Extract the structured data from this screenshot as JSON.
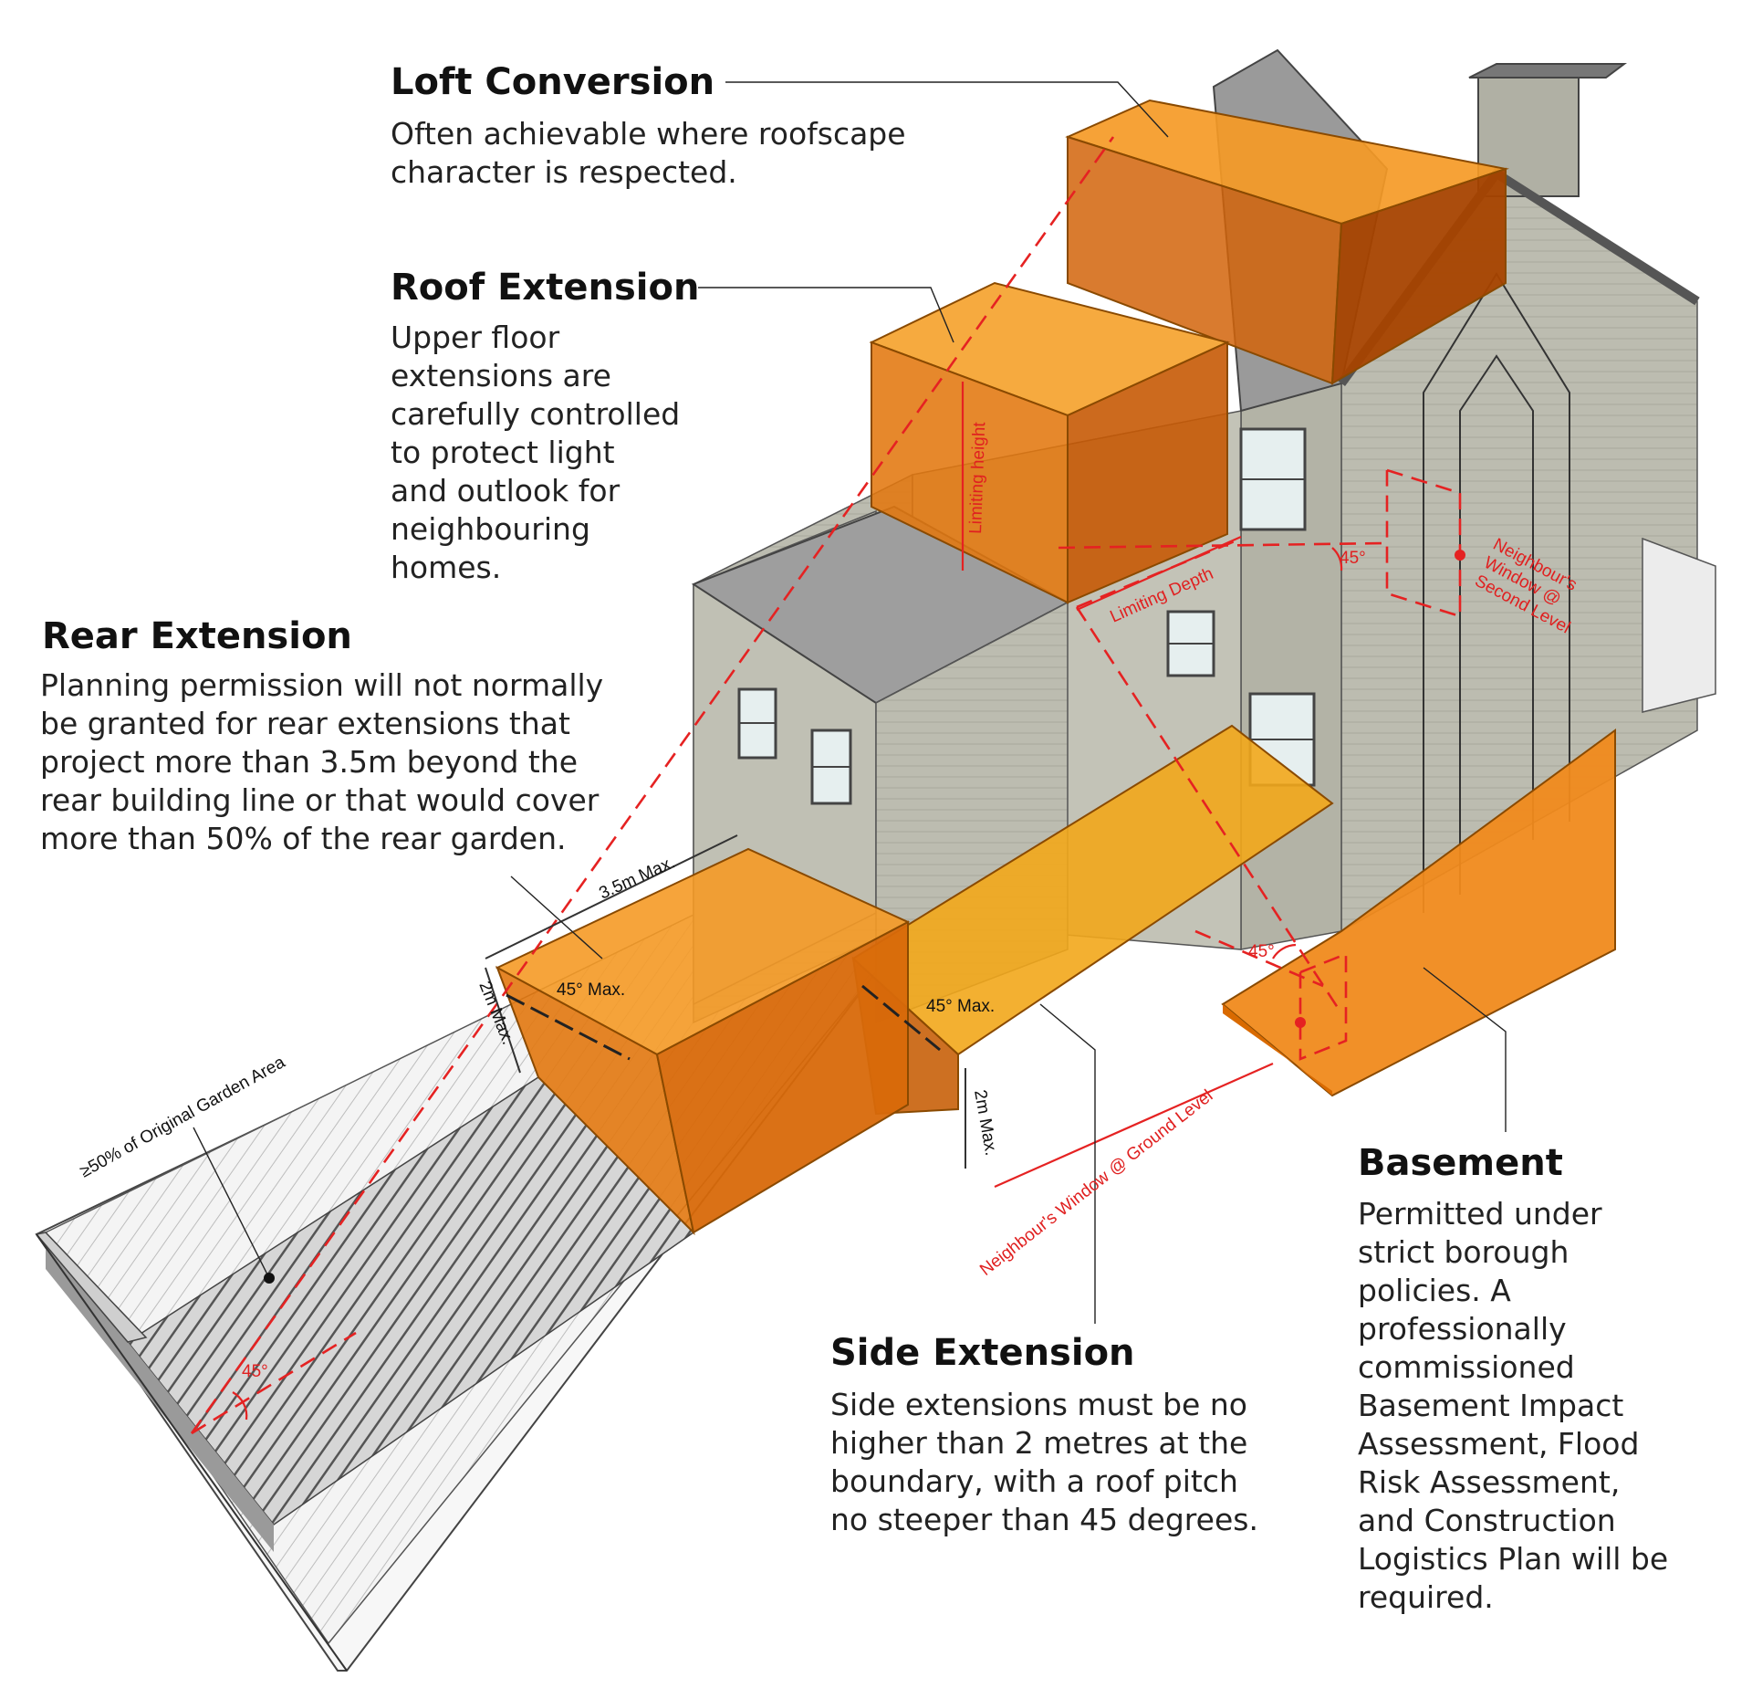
{
  "sections": {
    "loft": {
      "title": "Loft Conversion",
      "lines": [
        "Often achievable where roofscape",
        "character is respected."
      ]
    },
    "roof": {
      "title": "Roof Extension",
      "lines": [
        "Upper floor",
        "extensions are",
        "carefully controlled",
        "to protect light",
        "and outlook for",
        "neighbouring",
        "homes."
      ]
    },
    "rear": {
      "title": "Rear Extension",
      "lines": [
        "Planning permission will not normally",
        "be granted for rear extensions that",
        "project more than 3.5m beyond the",
        "rear building line or that would cover",
        "more than 50% of the rear garden."
      ]
    },
    "side": {
      "title": "Side Extension",
      "lines": [
        "Side extensions must be no",
        "higher than 2 metres at the",
        "boundary, with a roof pitch",
        "no steeper than 45 degrees."
      ]
    },
    "basement": {
      "title": "Basement",
      "lines": [
        "Permitted under",
        "strict borough",
        "policies. A",
        "professionally",
        "commissioned",
        "Basement Impact",
        "Assessment, Flood",
        "Risk Assessment,",
        "and Construction",
        "Logistics Plan will be",
        "required."
      ]
    }
  },
  "annotations": {
    "max_3_5m": "3.5m Max.",
    "angle_45_max": "45° Max.",
    "two_m_max": "2m Max.",
    "garden_area": "≥50% of Original Garden Area",
    "angle_45": "45°",
    "limiting_height": "Limiting height",
    "limiting_depth": "Limiting Depth",
    "neighbour_second": [
      "Neighbour's",
      "Window @",
      "Second Level"
    ],
    "neighbour_ground": "Neighbour's Window @ Ground Level"
  },
  "colors": {
    "orange": "#f08a1c",
    "orange_dark": "#d96a00",
    "yellow_orange": "#f2a71b",
    "brick": "#b9b9ad",
    "roof_grey": "#808080",
    "annotation_red": "#e52222"
  }
}
